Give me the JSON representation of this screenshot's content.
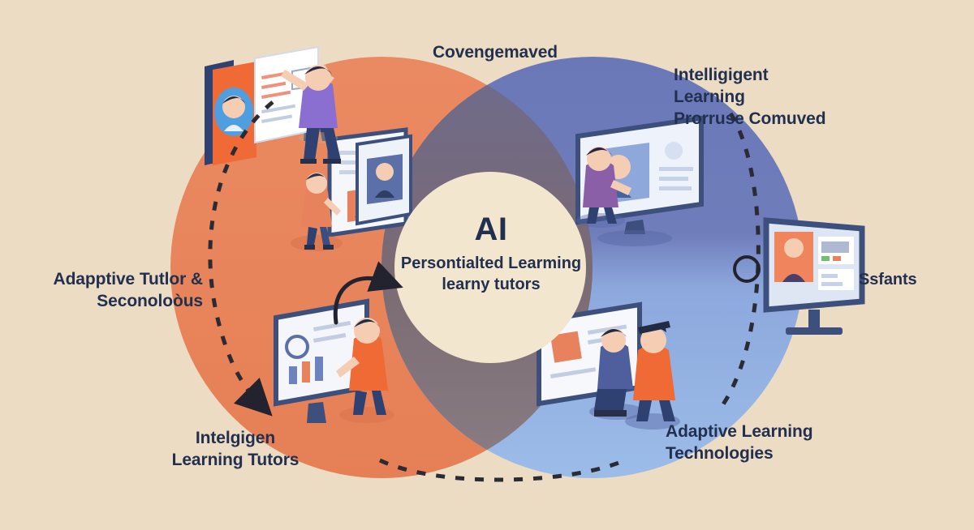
{
  "diagram": {
    "title": "Covengemaved",
    "center": {
      "heading": "AI",
      "line1": "Persontialted Learming",
      "line2": "learny tutors"
    },
    "labels": {
      "top_right": "Intelligigent\nLearning\nProrruse Comuved",
      "left": "Adapptive Tutlor &\nSeconoloòus",
      "bottom_left": "Intelgigen\nLearning Tutors",
      "bottom_right": "Adaptive Learning\nTechnologies",
      "right": "Ssfants"
    },
    "colors": {
      "background": "#ecdcc3",
      "left_circle": "#e8825c",
      "right_circle_upper": "#6b78b8",
      "right_circle_lower": "#9cbce8",
      "overlap": "#7a6a72",
      "center_disc": "#f2e6cf",
      "text": "#22304f",
      "dashed_stroke": "#2b2b33"
    }
  }
}
